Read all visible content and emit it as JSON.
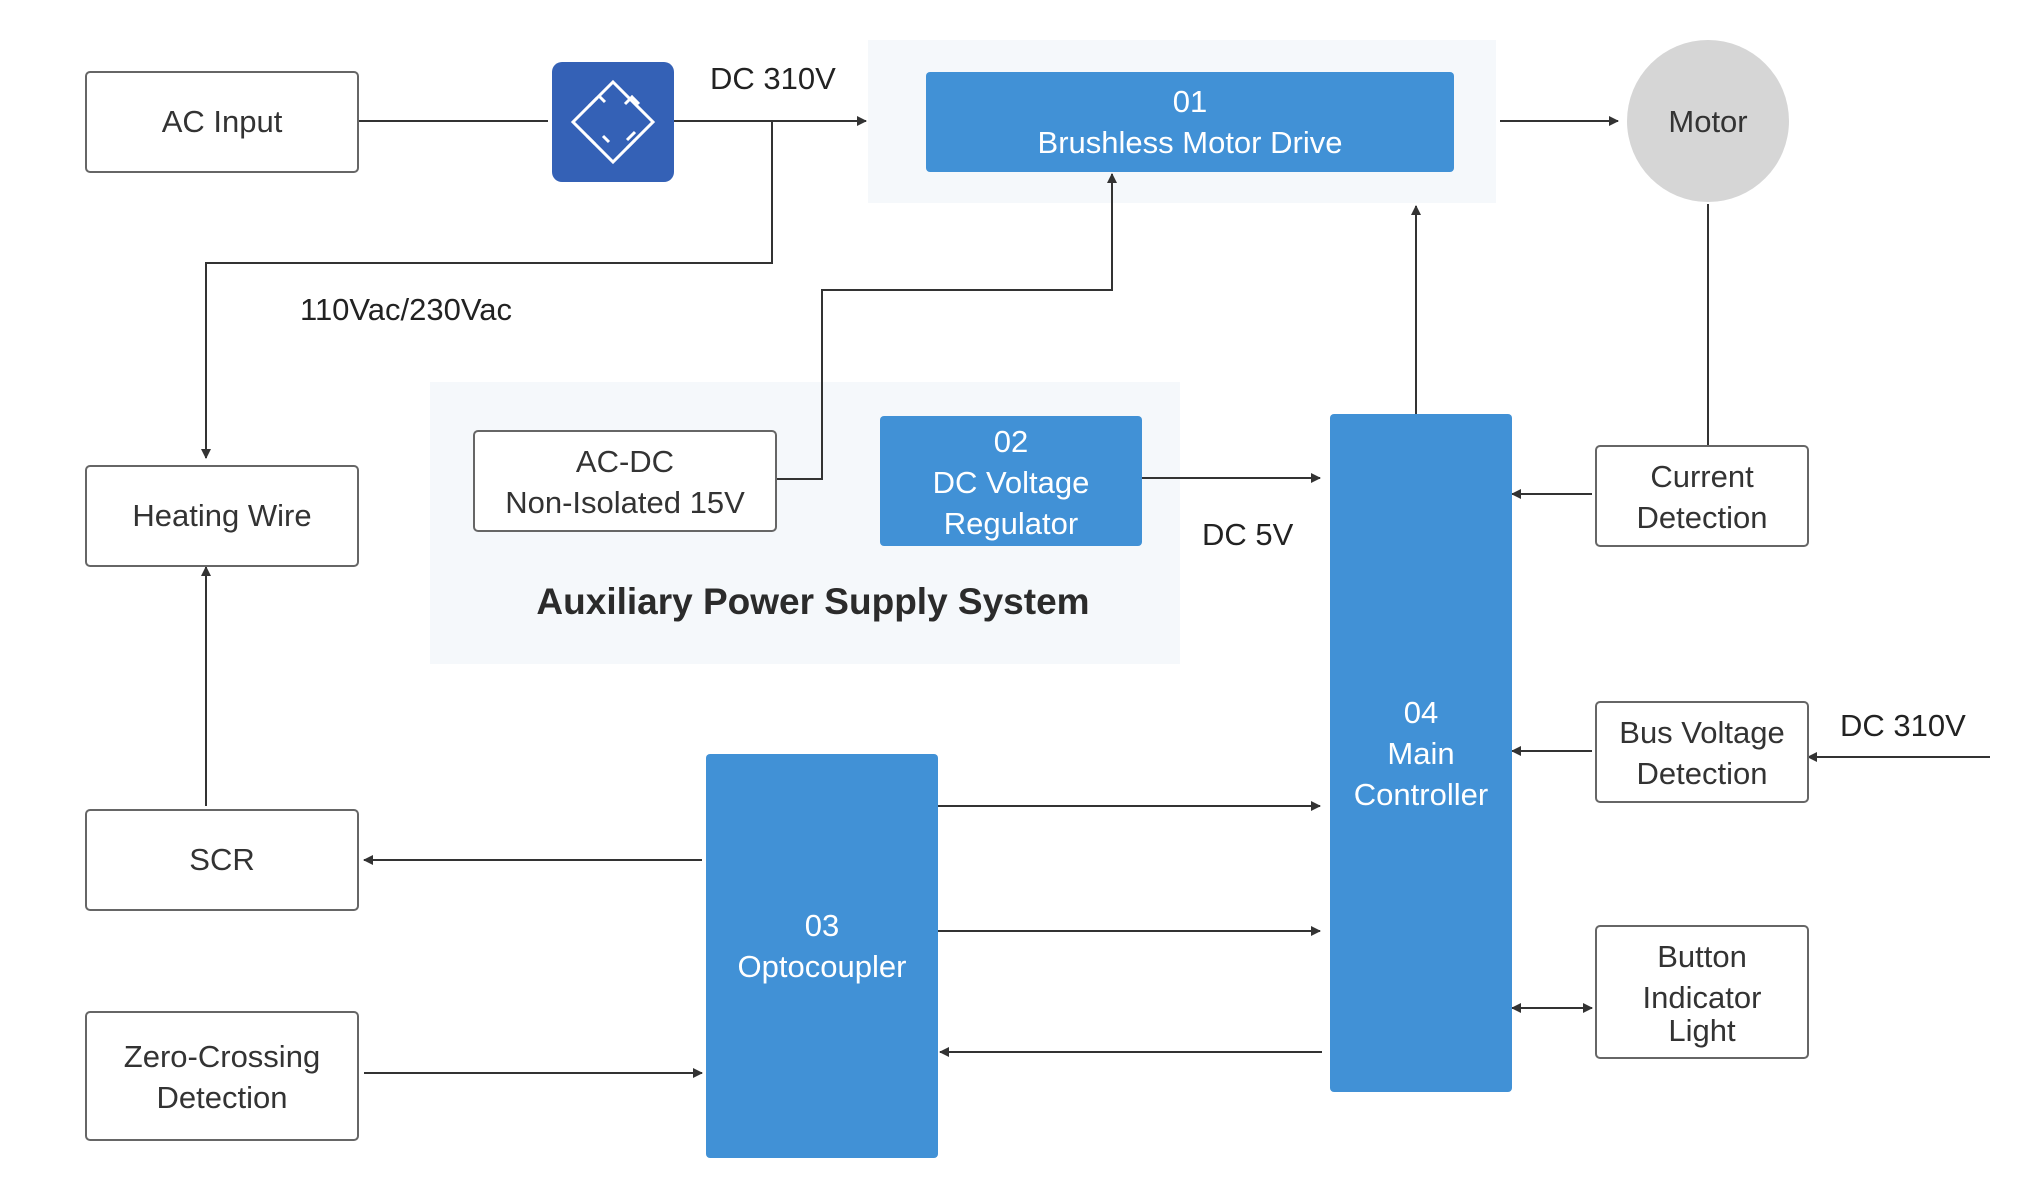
{
  "colors": {
    "block_blue": "#4191d6",
    "rectifier_blue": "#3461b6",
    "panel_bg": "#f5f8fb",
    "motor_grey": "#d6d6d6",
    "line": "#333333"
  },
  "nodes": {
    "ac_input": "AC Input",
    "rectifier_icon": "bridge-rectifier-icon",
    "brushless_drive": {
      "num": "01",
      "label": "Brushless Motor Drive"
    },
    "motor": "Motor",
    "heating_wire": "Heating Wire",
    "acdc": {
      "line1": "AC-DC",
      "line2": "Non-Isolated 15V"
    },
    "regulator": {
      "num": "02",
      "line1": "DC Voltage",
      "line2": "Regulator"
    },
    "aux_title": "Auxiliary Power Supply System",
    "main_controller": {
      "num": "04",
      "line1": "Main",
      "line2": "Controller"
    },
    "current_detection": {
      "line1": "Current",
      "line2": "Detection"
    },
    "bus_voltage": {
      "line1": "Bus Voltage",
      "line2": "Detection"
    },
    "button_light": {
      "line1": "Button",
      "line2": "Indicator",
      "line3": "Light"
    },
    "optocoupler": {
      "num": "03",
      "label": "Optocoupler"
    },
    "scr": "SCR",
    "zero_crossing": {
      "line1": "Zero-Crossing",
      "line2": "Detection"
    }
  },
  "edge_labels": {
    "dc310_top": "DC 310V",
    "vac": "110Vac/230Vac",
    "dc5v": "DC 5V",
    "dc310_right": "DC 310V"
  }
}
